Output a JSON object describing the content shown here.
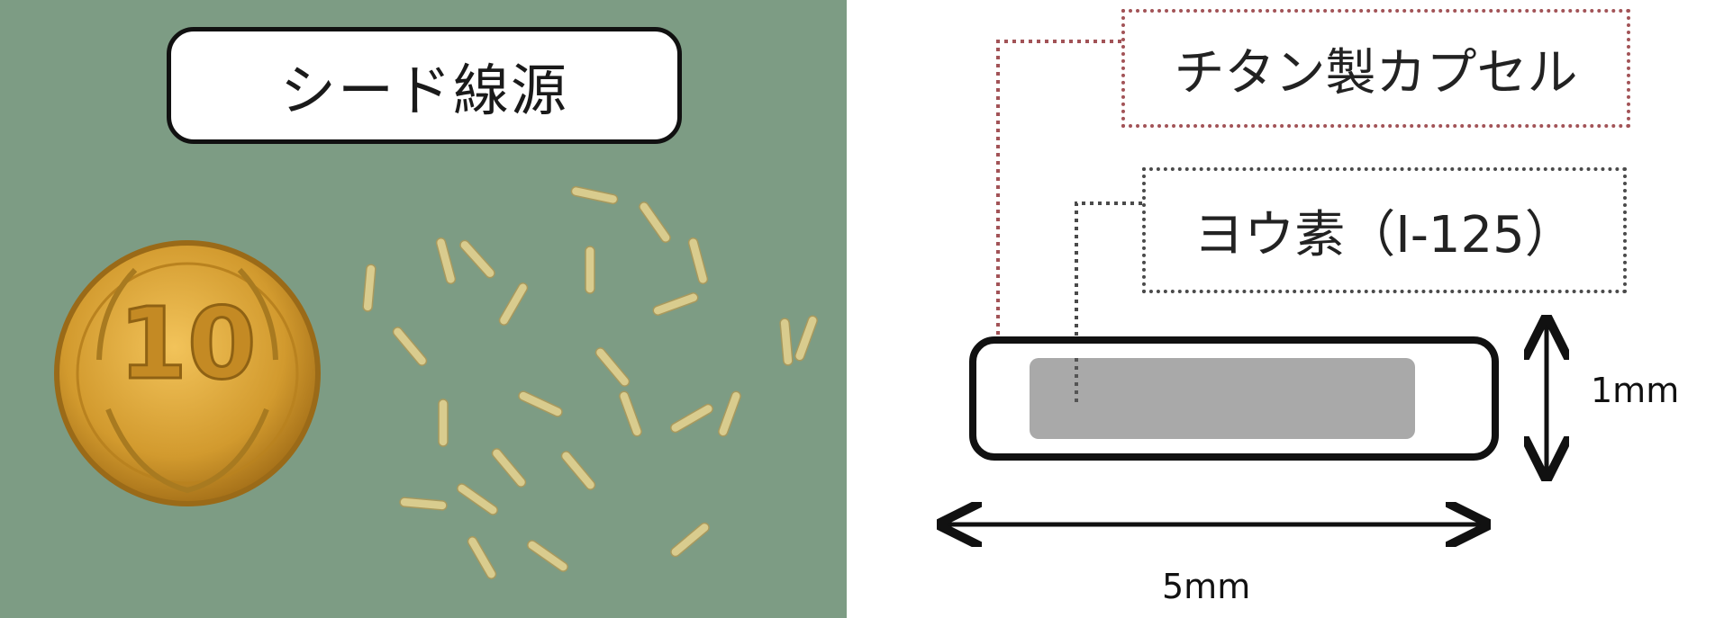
{
  "photo": {
    "label": "シード線源",
    "coin_numeral": "10",
    "colors": {
      "background": "#7d9c84",
      "coin": "#d29a2e",
      "seed": "#d9cc8e"
    }
  },
  "diagram": {
    "capsule_label": "チタン製カプセル",
    "iodine_label": "ヨウ素（I-125）",
    "height_label": "1mm",
    "length_label": "5mm",
    "colors": {
      "capsule_leader": "#a25357",
      "iodine_leader": "#4a4a4a",
      "iodine_core": "#a9a9a9"
    }
  }
}
